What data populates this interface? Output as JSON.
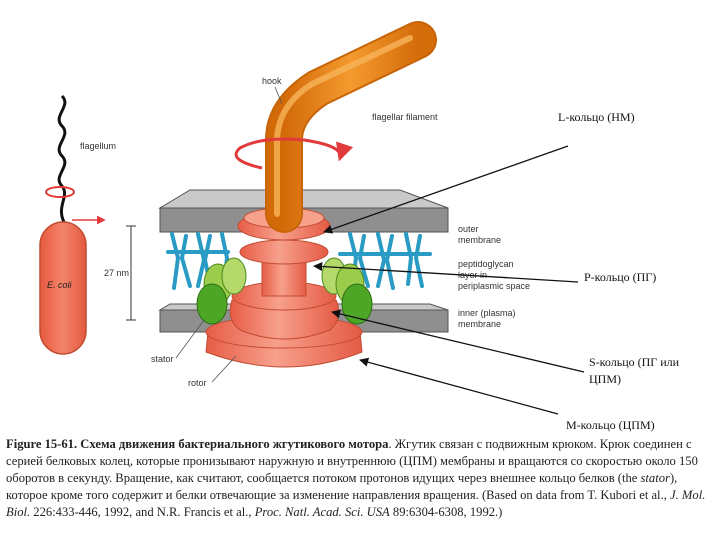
{
  "diagram": {
    "labels": {
      "flagellum": "flagellum",
      "ecoli": "E. coli",
      "hook": "hook",
      "filament": "flagellar filament",
      "outer_membrane_1": "outer",
      "outer_membrane_2": "membrane",
      "peptidoglycan_1": "peptidoglycan",
      "peptidoglycan_2": "layer in",
      "peptidoglycan_3": "periplasmic space",
      "inner_membrane_1": "inner (plasma)",
      "inner_membrane_2": "membrane",
      "stator": "stator",
      "rotor": "rotor",
      "scale": "27 nm"
    },
    "annotations": {
      "l_ring": "L-кольцо (НМ)",
      "p_ring": "Р-кольцо (ПГ)",
      "s_ring_1": "S-кольцо (ПГ или",
      "s_ring_2": "ЦПМ)",
      "m_ring": "М-кольцо (ЦПМ)"
    },
    "colors": {
      "cell": "#f27a5e",
      "rotor": "#f3826a",
      "filament": "#f08a1e",
      "membrane": "#8f8f8f",
      "peptidoglycan": "#2a9bc4",
      "stator": "#5ab030",
      "direction_arrow": "#e23a3a"
    }
  },
  "caption": {
    "figure_number": "Figure 15-61.",
    "title_ru": "Схема движения бактериального жгутикового мотора",
    "body_ru": ". Жгутик связан с подвижным крюком. Крюк соединен с серией белковых колец, которые пронизывают наружную и внутреннюю (ЦПМ) мембраны и вращаются со скоростью около 150 оборотов в секунду. Вращение, как считают, сообщается потоком протонов идущих через внешнее кольцо белков (the",
    "stator_word": "stator",
    "body_ru_2": "), которое кроме того содержит и белки отвечающие за изменение направления вращения. (Based on data from T. Kubori et al.,",
    "ref1_journal": "J. Mol. Biol.",
    "ref1_rest": "226:433-446, 1992, and N.R. Francis et al.,",
    "ref2_journal": "Proc. Natl. Acad. Sci. USA",
    "ref2_rest": "89:6304-6308, 1992.)"
  }
}
